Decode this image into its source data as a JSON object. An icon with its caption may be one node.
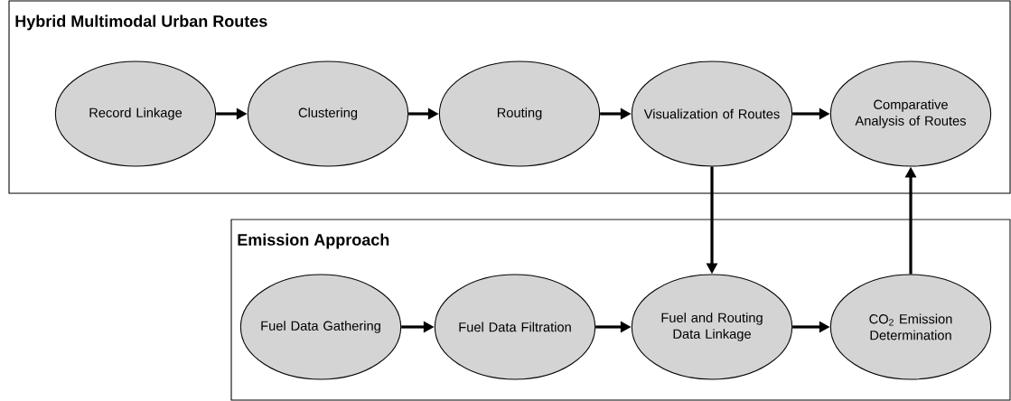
{
  "diagram": {
    "nodes": [
      {
        "text": [
          "Hybrid Multimodal Urban Routes"
        ]
      },
      {
        "text": [
          "Record Linkage"
        ],
        "in": 0
      },
      {
        "text": [
          "Clustering"
        ],
        "in": 0
      },
      {
        "text": [
          "Routing"
        ],
        "in": 0
      },
      {
        "text": [
          "Visualization of Routes"
        ],
        "in": 0
      },
      {
        "text": [
          "Comparative Analysis of Routes"
        ],
        "in": 0
      },
      {
        "text": [
          "Emission Approach"
        ]
      },
      {
        "text": [
          "Fuel Data Gathering"
        ],
        "in": 6
      },
      {
        "text": [
          "Fuel Data Filtration"
        ],
        "in": 6
      },
      {
        "text": [
          "Fuel and Routing Data Linkage"
        ],
        "in": 6
      },
      {
        "text": [
          "CO$_{2}$ Emission Determination"
        ],
        "in": 6
      }
    ],
    "edges": [
      {
        "from": 1,
        "to": 2,
        "arrow": "to"
      },
      {
        "from": 2,
        "to": 3,
        "arrow": "to"
      },
      {
        "from": 3,
        "to": 4,
        "arrow": "to"
      },
      {
        "from": 4,
        "to": 5,
        "arrow": "to"
      },
      {
        "from": 4,
        "to": 9,
        "arrow": "to"
      },
      {
        "from": 7,
        "to": 8,
        "arrow": "to"
      },
      {
        "from": 8,
        "to": 9,
        "arrow": "to"
      },
      {
        "from": 9,
        "to": 10,
        "arrow": "to"
      },
      {
        "from": 10,
        "to": 5,
        "arrow": "to"
      }
    ]
  }
}
